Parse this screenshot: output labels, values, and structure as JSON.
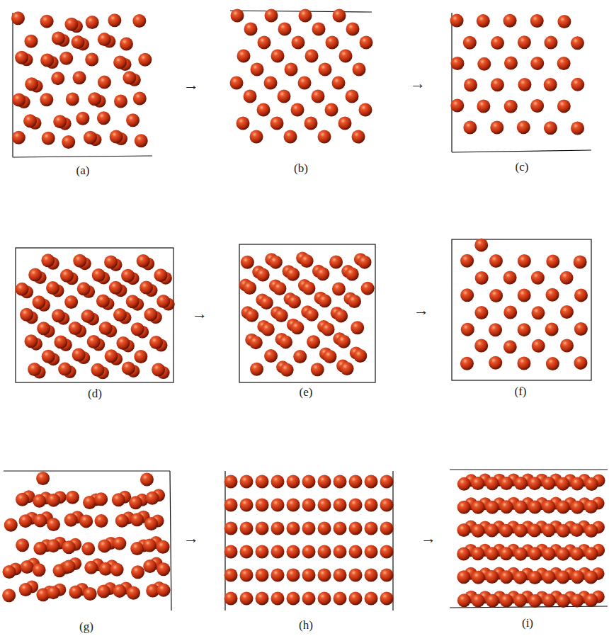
{
  "diagram": {
    "labels": [
      "→",
      "→",
      "(a)",
      "(b)",
      "(c)",
      "→",
      "→",
      "(d)",
      "(e)",
      "(f)",
      "→",
      "→",
      "(g)",
      "(h)",
      "(i)"
    ]
  }
}
